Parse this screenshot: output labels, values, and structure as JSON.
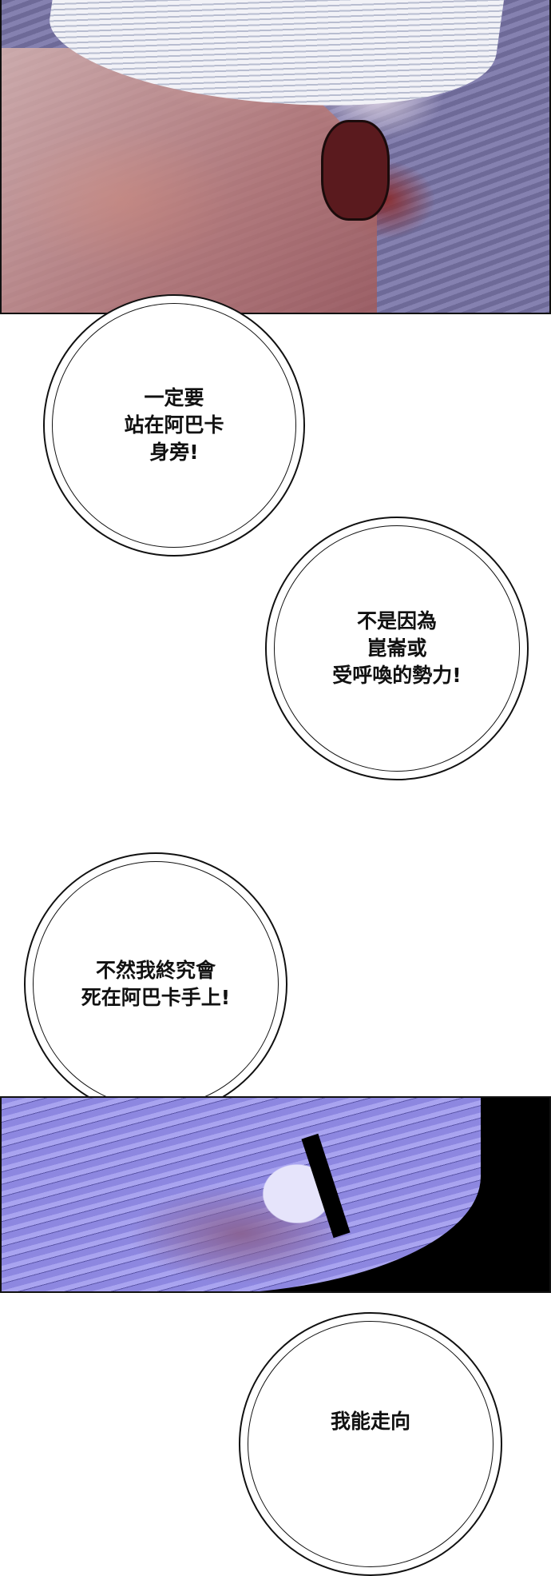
{
  "bubbles": [
    {
      "lines": [
        "一定要",
        "站在阿巴卡",
        "身旁!"
      ]
    },
    {
      "lines": [
        "不是因為",
        "崑崙或",
        "受呼喚的勢力!"
      ]
    },
    {
      "lines": [
        "不然我終究會",
        "死在阿巴卡手上!"
      ]
    },
    {
      "lines": [
        "我能走向"
      ]
    }
  ]
}
